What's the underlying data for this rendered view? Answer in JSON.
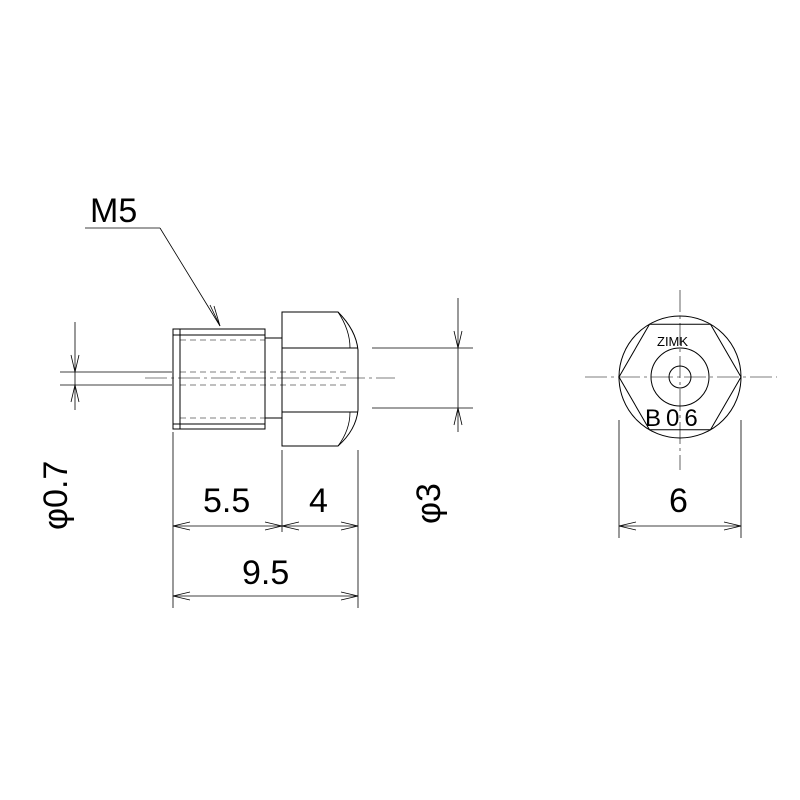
{
  "labels": {
    "thread": "M5",
    "orifice_diameter": "φ0.7",
    "thread_length": "5.5",
    "hex_length": "4",
    "total_length": "9.5",
    "bore_diameter": "φ3",
    "hex_width": "6",
    "marking": "B06",
    "maker_mark": "ZIMK"
  }
}
